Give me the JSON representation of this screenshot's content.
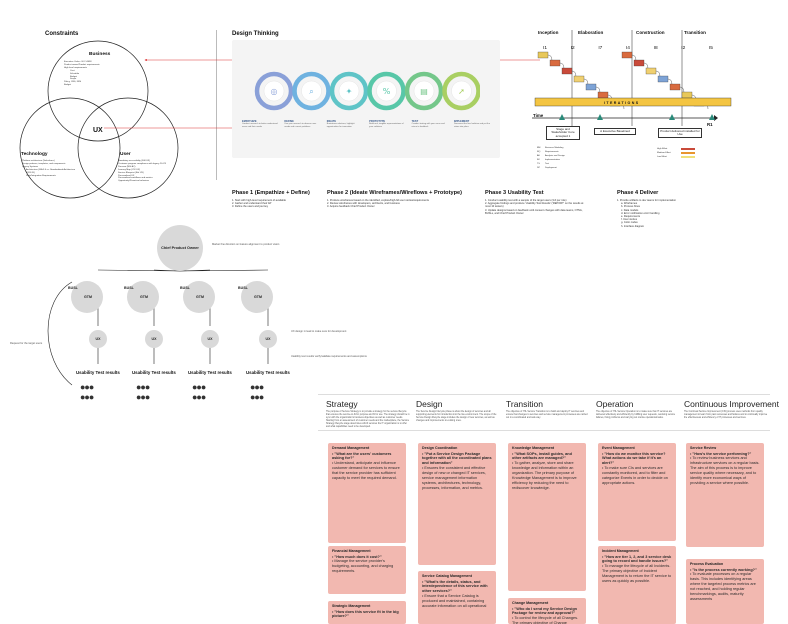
{
  "constraints": {
    "title": "Constraints",
    "business": {
      "label": "Business",
      "items": [
        "Executive Order - EO 14058",
        "Product owner/Product requirements",
        "High level requirements",
        "Cost",
        "Schedule",
        "Budget",
        "Scope",
        "Policy, CRS, FRS",
        "Budget"
      ]
    },
    "technology": {
      "label": "Technology",
      "items": [
        "Platform architecture (Salesforce)",
        "Design patterns, templates, and components",
        "Legacy Systems",
        "Architecture (SIA 3.0 vs. Standardized Architecture 2019-20)",
        "Data/Integration Requirements"
      ]
    },
    "user": {
      "label": "User",
      "items": [
        "Mandatory accessibility (508 UX)",
        "Customer program compliance with legacy 20-XX",
        "Persona (NS/ AC)",
        "Journey Map (CX/ UX)",
        "Service Blueprint (Ref UX)",
        "Personalized UX",
        "Personalized workflows and metrics",
        "Opportunity/Proactive behaviors"
      ]
    },
    "center": "UX"
  },
  "design_thinking": {
    "title": "Design Thinking",
    "steps": [
      {
        "icon": "fingerprint-icon",
        "title": "EMPATHIZE",
        "desc": "Conduct research to better understand users and their needs",
        "color": "#8aa0d8"
      },
      {
        "icon": "search-icon",
        "title": "DEFINE",
        "desc": "Use your research to observe user needs and current problems",
        "color": "#6fb2e0"
      },
      {
        "icon": "lightbulb-icon",
        "title": "IDEATE",
        "desc": "Brainstorm solutions, highlight opportunities for innovation",
        "color": "#5fc4c7"
      },
      {
        "icon": "percent-icon",
        "title": "PROTOTYPE",
        "desc": "Build real, tangible representations of your solutions",
        "color": "#58c7a8"
      },
      {
        "icon": "document-icon",
        "title": "TEST",
        "desc": "Conduct testing with your users and return to feedback",
        "color": "#74c78a"
      },
      {
        "icon": "rocket-icon",
        "title": "IMPLEMENT",
        "desc": "Document the final solution and put the vision into place",
        "color": "#a9cf62"
      }
    ]
  },
  "rup": {
    "phases": [
      "Inception",
      "Elaboration",
      "Construction",
      "Transition"
    ],
    "iterations": [
      "I1",
      "I2",
      "I7",
      "I4",
      "I8",
      "I2",
      "I5"
    ],
    "band_label": "ITERATIONS",
    "time_label": "Time",
    "end_label": "R1",
    "milestones": [
      "Stage and Stakeholder Core accepted 1",
      "A Executive Baselined",
      "Product delivered installed for Use"
    ],
    "legend": [
      {
        "code": "BM",
        "label": "Business Modeling",
        "color": "#e8c85a"
      },
      {
        "code": "RQ",
        "label": "Requirements",
        "color": "#d96b3f"
      },
      {
        "code": "AD",
        "label": "Analysis and Design",
        "color": "#c94a3a"
      },
      {
        "code": "IM",
        "label": "Implementation",
        "color": "#f0d070"
      },
      {
        "code": "TS",
        "label": "Test",
        "color": "#7da3d6"
      },
      {
        "code": "DP",
        "label": "Deployment",
        "color": "#333333"
      }
    ],
    "key": [
      {
        "label": "High Effort",
        "color": "#c94a3a"
      },
      {
        "label": "Medium Effort",
        "color": "#e8962e"
      },
      {
        "label": "Low Effort",
        "color": "#f0e07a"
      }
    ]
  },
  "phases": [
    {
      "title": "Phase 1 (Empathize + Define)",
      "items": [
        "1. Start with high-level requirement of available",
        "2. Gather and understand their AP",
        "3. Define the users and journey"
      ]
    },
    {
      "title": "Phase 2 (Ideate Wireframes/Wireflows + Prototype)",
      "items": [
        "1. Produce wireframes based on the identified, explore/high-fid user stories/requirements",
        "2. Review wireframes with developers, architects, and business",
        "3. Acquire feedback Chief Product Owner"
      ]
    },
    {
      "title": "Phase 3 Usability Test",
      "items": [
        "1. Conduct usability test with a sample of the target users (3-6 per role)",
        "2. Aggregate findings and produce 'Usability Test Results' ('REPORT' on the results at most 10 testers)",
        "3. Update designs based on feedback until consent changes with data teams, OTMs, BUSLs, and Chief Product Owner"
      ]
    },
    {
      "title": "Phase 4 Deliver",
      "items": [
        "1. Provide artifacts to dev teams for implementation",
        "a. Wireframes",
        "b. Process flows",
        "c. Data models",
        "d. Error notification error handling",
        "e. Requirements",
        "f. User stories",
        "g. Color codes",
        "h. Interface diagram"
      ]
    }
  ],
  "org": {
    "cpo": "Chief Product Owner",
    "busl": "BUSL",
    "gtm": "GTM",
    "ux": "UX",
    "results": "Usability Test results",
    "notes": {
      "cpo": "Market fine direction on feature alignment to product vision",
      "ux": "UX design in lead to make sure for development",
      "usability": "Usability test results verify/validate requirements and assumptions",
      "left": "Request for the target users"
    }
  },
  "itil": {
    "columns": [
      {
        "title": "Strategy",
        "desc": "The purpose of Service Strategy is to provide a strategy for the service lifecycle that ensures the service-to-fit-for purpose and fit for use. The strategy should be in sync with the organization's business objectives as well as customer needs. Starting from an assessment of customer needs and the marketplace, the Service Strategy lifecycle stage determines which services the IT organization is to offer and what capabilities need to be developed."
      },
      {
        "title": "Design",
        "desc": "The Service Design lifecycle phase is about the design of services and all supporting elements for introduction into the live environment. The scope of the Service Design lifecycle stage includes the design of new services, as well as changes and improvements to existing ones."
      },
      {
        "title": "Transition",
        "desc": "The objective of ITIL Service Transition is to build and deploy IT services and ensure that changes to services and service management processes are carried out in a coordinated and safe way."
      },
      {
        "title": "Operation",
        "desc": "The objective of ITIL Service Operation is to make sure that IT services are delivered effectively and efficiently by fulfilling user requests, resolving service failures, fixing problems and carrying out routine operational tasks."
      },
      {
        "title": "Continuous Improvement",
        "desc": "The Continual Service Improvement (CSI) process uses methods from quality management to learn from past successes and failures and to continually improve the effectiveness and efficiency of IT processes and services."
      }
    ],
    "cards": [
      [
        {
          "title": "Demand Management",
          "items": [
            {
              "q": true,
              "t": "\"What are the users' customers asking for?\""
            },
            {
              "q": false,
              "t": "Understand, anticipate and influence customer demand for services to ensure that the service provider has sufficient capacity to meet the required demand."
            }
          ]
        },
        {
          "title": "Financial Management",
          "items": [
            {
              "q": true,
              "t": "\"How much does it cost?\""
            },
            {
              "q": false,
              "t": "Manage the service provider's budgeting, accounting, and charging requirements."
            }
          ]
        },
        {
          "title": "Strategic Management",
          "items": [
            {
              "q": true,
              "t": "\"How does this service fit in the big picture?\""
            }
          ]
        }
      ],
      [
        {
          "title": "Design Coordination",
          "items": [
            {
              "q": true,
              "t": "\"Put a Service Design Package together with all the coordinated plans and information\""
            },
            {
              "q": false,
              "t": "Ensures the consistent and effective design of new or changed IT services, service management information systems, architectures, technology, processes, information, and metrics."
            }
          ]
        },
        {
          "title": "Service Catalog Management",
          "items": [
            {
              "q": true,
              "t": "\"What's the details, status, and interdependence of this service with other services?\""
            },
            {
              "q": false,
              "t": "Ensure that a Service Catalog is produced and maintained, containing accurate information on all operational"
            }
          ]
        }
      ],
      [
        {
          "title": "Knowledge Management",
          "items": [
            {
              "q": true,
              "t": "\"What SOPs, install guides, and other artifacts are managed?\""
            },
            {
              "q": false,
              "t": "To gather, analyze, store and share knowledge and information within an organization. The primary purpose of Knowledge Management is to improve efficiency by reducing the need to rediscover knowledge."
            }
          ]
        },
        {
          "title": "Change Management",
          "items": [
            {
              "q": true,
              "t": "\"Who do I send my Service Design Package for review and approval?\""
            },
            {
              "q": false,
              "t": "To control the lifecycle of all Changes. The primary objective of Change Management is to enable"
            }
          ]
        }
      ],
      [
        {
          "title": "Event Management",
          "items": [
            {
              "q": true,
              "t": "\"How do we monitor this service? What actions do we take if it's an alert?\""
            },
            {
              "q": false,
              "t": "To make sure CIs and services are constantly monitored, and to filter and categorize Events in order to decide on appropriate actions."
            }
          ]
        },
        {
          "title": "Incident Management",
          "items": [
            {
              "q": true,
              "t": "\"How are tier 1, 2, and 3 service desk going to record and handle issues?\""
            },
            {
              "q": false,
              "t": "To manage the lifecycle of all Incidents. The primary objective of Incident Management is to return the IT service to users as quickly as possible."
            }
          ]
        }
      ],
      [
        {
          "title": "Service Review",
          "items": [
            {
              "q": true,
              "t": "\"How's the service performing?\""
            },
            {
              "q": false,
              "t": "To review business services and infrastructure services on a regular basis. The aim of this process is to improve service quality where necessary, and to identify more economical ways of providing a service where possible."
            }
          ]
        },
        {
          "title": "Process Evaluation",
          "items": [
            {
              "q": true,
              "t": "\"Is the process currently working?\""
            },
            {
              "q": false,
              "t": "To evaluate processes on a regular basis. This includes identifying areas where the targeted process metrics are not reached, and holding regular benchmarkings, audits, maturity assessments"
            }
          ]
        }
      ]
    ]
  }
}
